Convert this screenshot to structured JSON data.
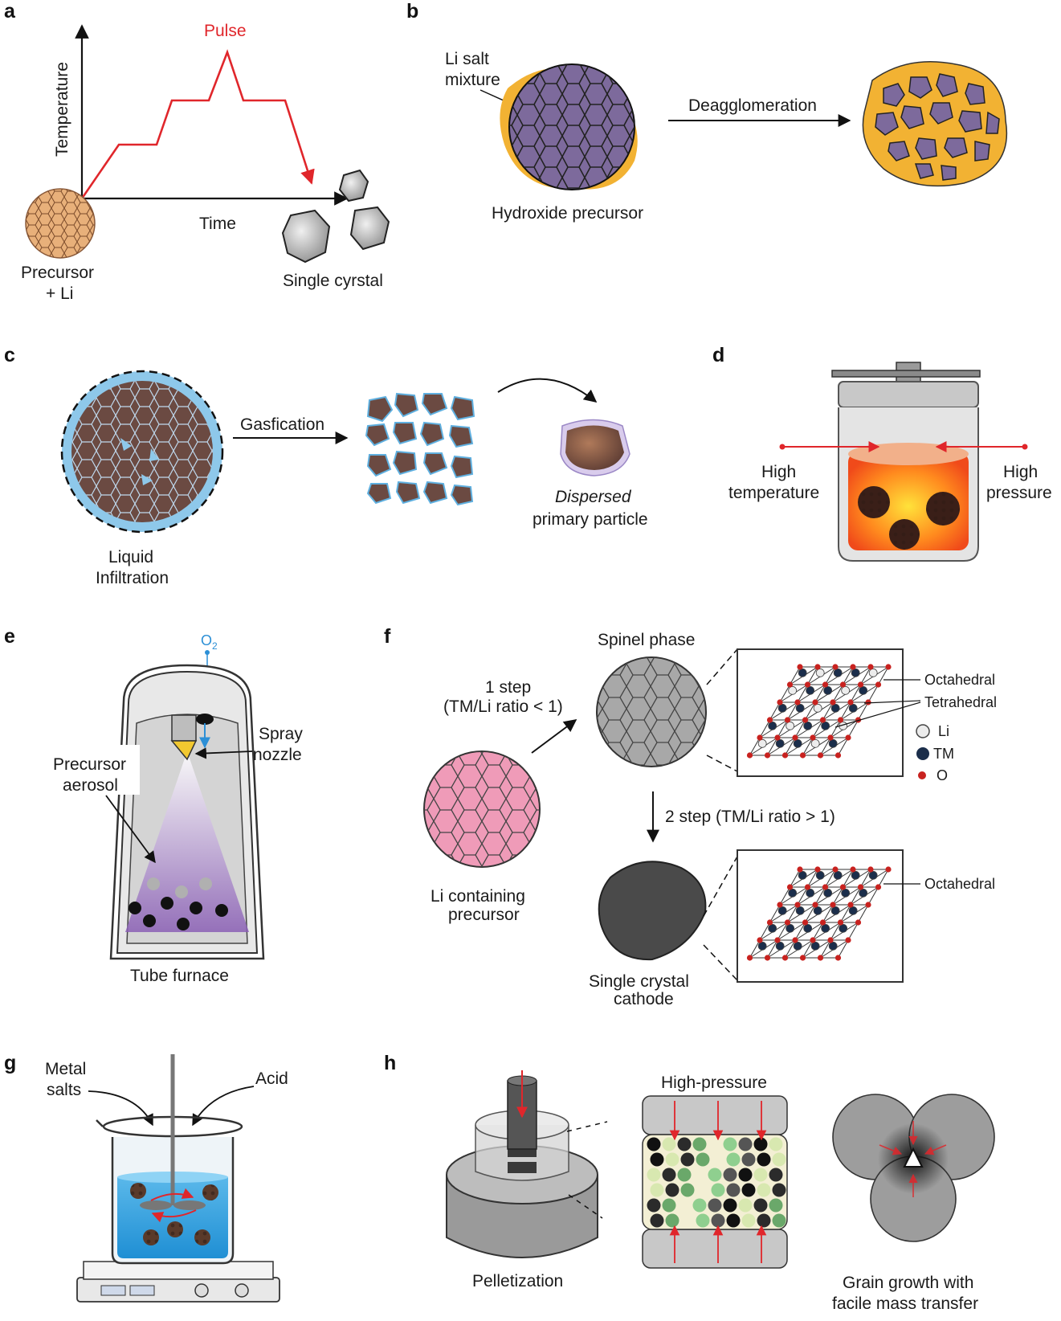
{
  "panels": {
    "a": {
      "letter": "a",
      "ylabel": "Temperature",
      "xlabel": "Time",
      "pulse": "Pulse",
      "precursor_1": "Precursor",
      "precursor_2": "+ Li",
      "single": "Single cyrstal"
    },
    "b": {
      "letter": "b",
      "salt_1": "Li salt",
      "salt_2": "mixture",
      "deagg": "Deagglomeration",
      "hydroxide": "Hydroxide precursor"
    },
    "c": {
      "letter": "c",
      "gas": "Gasfication",
      "liquid_1": "Liquid",
      "liquid_2": "Infiltration",
      "dispersed_1": "Dispersed",
      "dispersed_2": "primary particle"
    },
    "d": {
      "letter": "d",
      "hightemp_1": "High",
      "hightemp_2": "temperature",
      "highpres_1": "High",
      "highpres_2": "pressure"
    },
    "e": {
      "letter": "e",
      "o2": "O",
      "o2_sub": "2",
      "spray_1": "Spray",
      "spray_2": "nozzle",
      "aerosol_1": "Precursor",
      "aerosol_2": "aerosol",
      "furnace": "Tube furnace"
    },
    "f": {
      "letter": "f",
      "spinel": "Spinel phase",
      "step1_1": "1 step",
      "step1_2": "(TM/Li ratio < 1)",
      "step2": "2 step (TM/Li ratio > 1)",
      "octa1": "Octahedral",
      "tetra": "Tetrahedral",
      "octa2": "Octahedral",
      "legend_li": "Li",
      "legend_tm": "TM",
      "legend_o": "O",
      "li_prec_1": "Li containing",
      "li_prec_2": "precursor",
      "single_1": "Single crystal",
      "single_2": "cathode"
    },
    "g": {
      "letter": "g",
      "metal_1": "Metal",
      "metal_2": "salts",
      "acid": "Acid"
    },
    "h": {
      "letter": "h",
      "highp": "High-pressure",
      "pellet": "Pelletization",
      "grain_1": "Grain growth with",
      "grain_2": "facile mass transfer"
    }
  },
  "colors": {
    "red": "#e0262b",
    "blue": "#2c8fd6",
    "tan": "#e8b07a",
    "purple": "#7d6a9c",
    "gold": "#f2b233",
    "brown": "#6b4a42",
    "lightblue": "#8ec8ea",
    "pink": "#ef9bb8",
    "gray": "#9a9a9a",
    "navy": "#1b2e4b"
  }
}
